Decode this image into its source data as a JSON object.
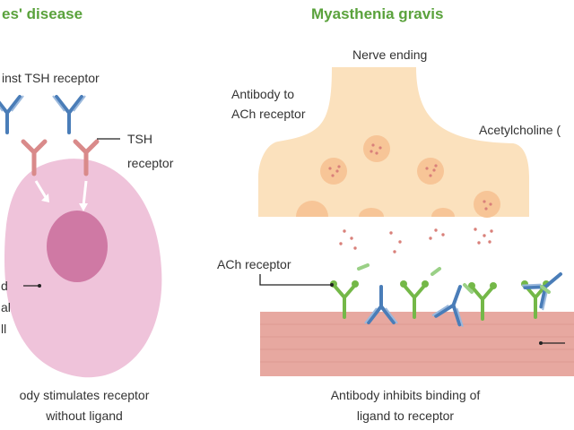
{
  "left_panel": {
    "title": "es' disease",
    "antibody_label": "inst TSH receptor",
    "receptor_label_1": "TSH",
    "receptor_label_2": "receptor",
    "cell_label_1": "d",
    "cell_label_2": "al",
    "cell_label_3": "ll",
    "caption_1": "ody stimulates receptor",
    "caption_2": "without ligand"
  },
  "right_panel": {
    "title": "Myasthenia gravis",
    "nerve_label": "Nerve ending",
    "antibody_label_1": "Antibody to",
    "antibody_label_2": "ACh receptor",
    "acetylcholine_label": "Acetylcholine (",
    "ach_receptor_label": "ACh receptor",
    "caption_1": "Antibody inhibits binding of",
    "caption_2": "ligand to receptor"
  },
  "colors": {
    "title_green": "#5aa23c",
    "antibody_blue": "#4a7db8",
    "antibody_light": "#9ab8dc",
    "tsh_receptor": "#d98a8a",
    "cell_outer": "#efc3da",
    "cell_inner": "#cf79a4",
    "nerve_fill": "#fbe1bd",
    "vesicle": "#f7c597",
    "ach_receptor": "#74b848",
    "muscle": "#e7a8a0",
    "leader": "#222222"
  }
}
